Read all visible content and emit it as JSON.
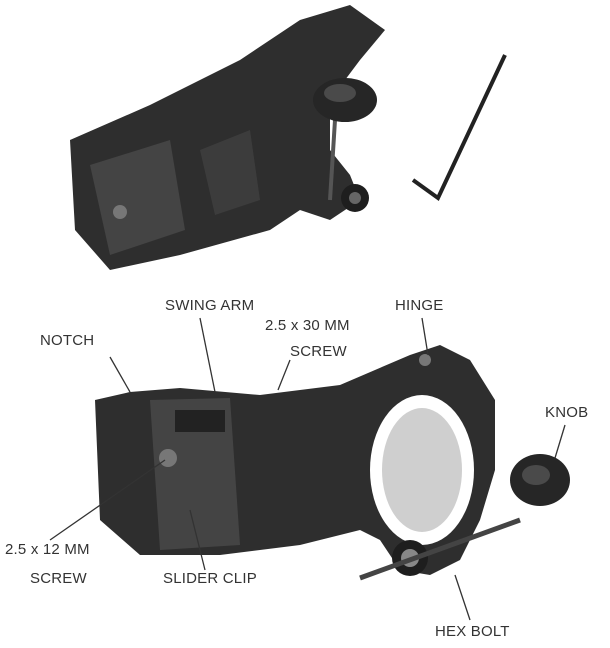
{
  "labels": {
    "swing_arm": "SWING ARM",
    "notch": "NOTCH",
    "screw_30_size": "2.5 x 30 MM",
    "screw_30_word": "SCREW",
    "hinge": "HINGE",
    "knob": "KNOB",
    "screw_12_size": "2.5 x 12 MM",
    "screw_12_word": "SCREW",
    "slider_clip": "SLIDER CLIP",
    "hex_bolt": "HEX BOLT"
  },
  "colors": {
    "part": "#2e2e2e",
    "part_light": "#5a5a5a",
    "text": "#333333"
  }
}
